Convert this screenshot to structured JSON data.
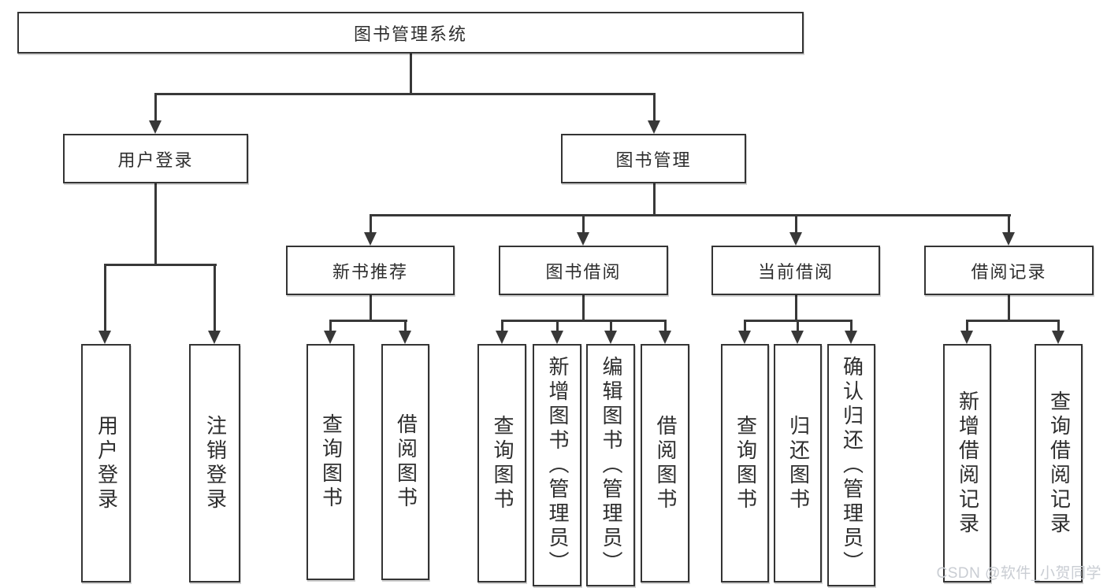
{
  "tree": {
    "root": {
      "label": "图书管理系统"
    },
    "branches": [
      {
        "label": "用户登录",
        "children": [
          {
            "label": "用户登录"
          },
          {
            "label": "注销登录"
          }
        ]
      },
      {
        "label": "图书管理",
        "children": [
          {
            "label": "新书推荐",
            "children": [
              {
                "label": "查询图书"
              },
              {
                "label": "借阅图书"
              }
            ]
          },
          {
            "label": "图书借阅",
            "children": [
              {
                "label": "查询图书"
              },
              {
                "label": "新增图书（管理员）"
              },
              {
                "label": "编辑图书（管理员）"
              },
              {
                "label": "借阅图书"
              }
            ]
          },
          {
            "label": "当前借阅",
            "children": [
              {
                "label": "查询图书"
              },
              {
                "label": "归还图书"
              },
              {
                "label": "确认归还（管理员）"
              }
            ]
          },
          {
            "label": "借阅记录",
            "children": [
              {
                "label": "新增借阅记录"
              },
              {
                "label": "查询借阅记录"
              }
            ]
          }
        ]
      }
    ]
  },
  "watermark": {
    "text": "CSDN @软件_小贺同学"
  },
  "colors": {
    "line": "#383838",
    "text": "#2e2e2e",
    "watermark": "#c9cdd3",
    "background": "#ffffff"
  }
}
